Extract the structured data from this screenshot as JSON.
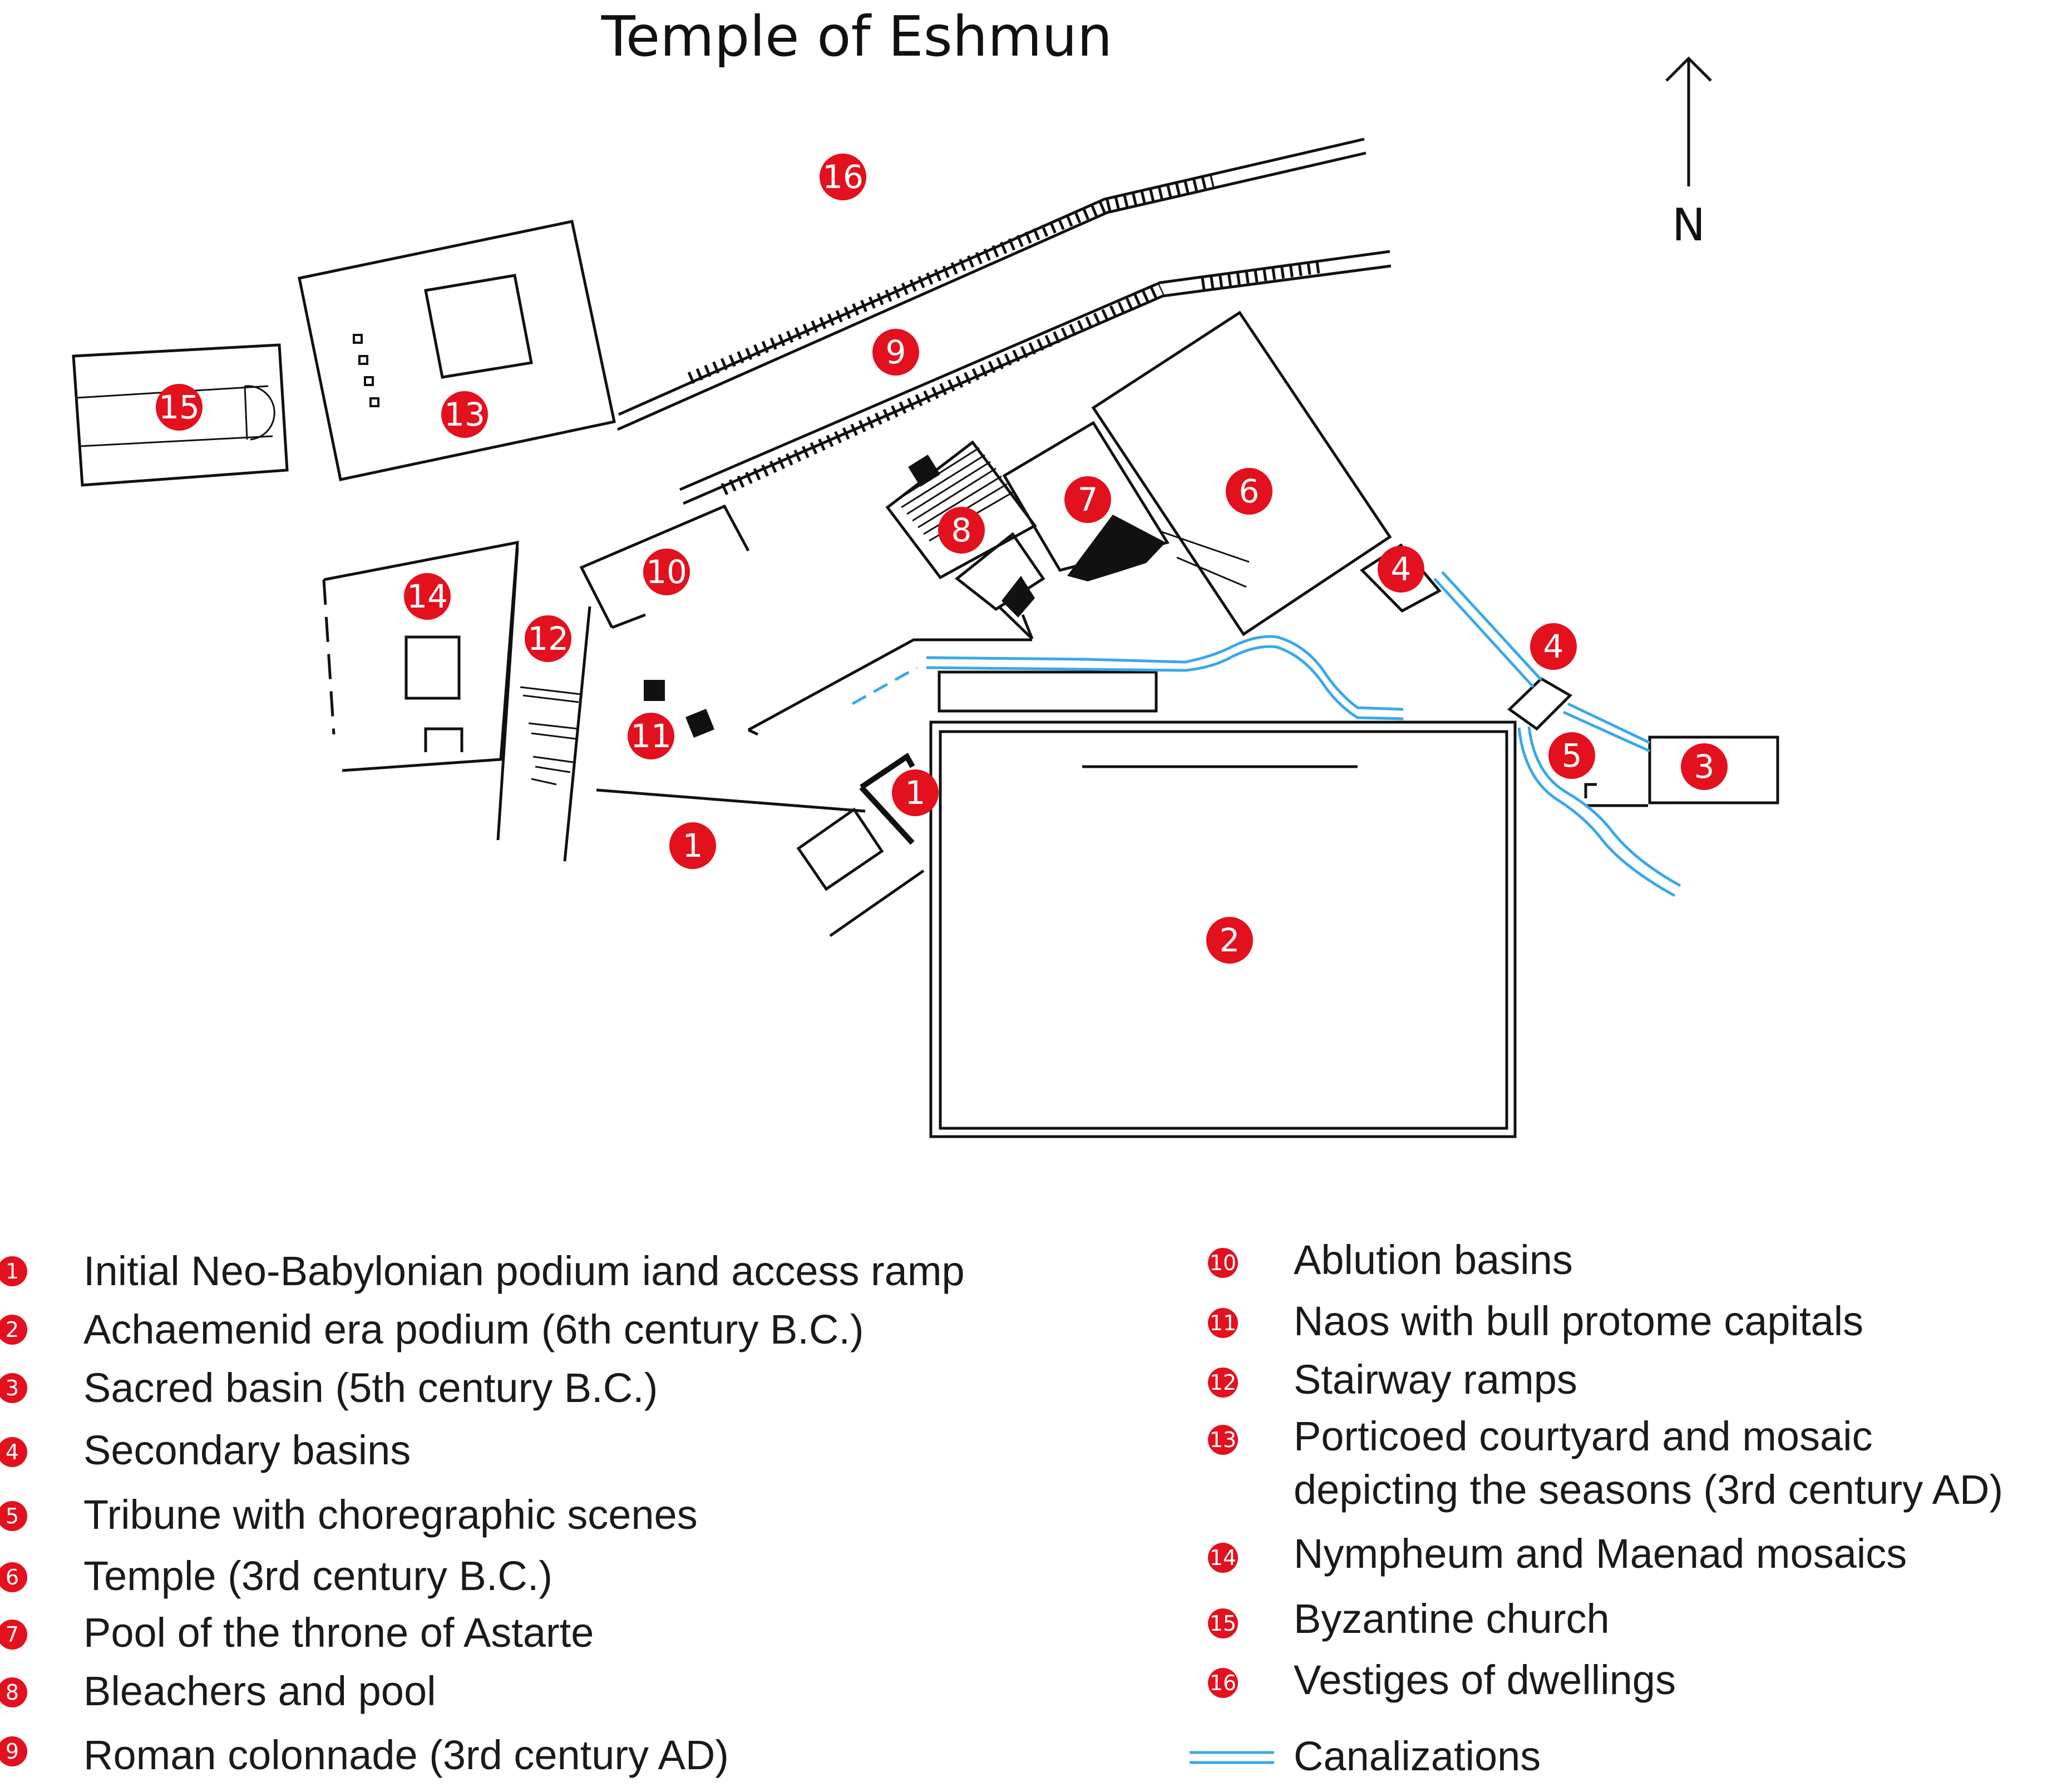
{
  "map": {
    "title": "Temple of Eshmun",
    "north_label": "N",
    "marker_color": "#e3101e",
    "water_color": "#3aa8e8",
    "line_color": "#111111",
    "markers": [
      "16",
      "9",
      "15",
      "13",
      "8",
      "7",
      "6",
      "10",
      "14",
      "12",
      "4",
      "4",
      "11",
      "5",
      "3",
      "1",
      "1",
      "2"
    ]
  },
  "legend": {
    "items": [
      {
        "num": "1",
        "text": "Initial Neo-Babylonian podium iand access ramp"
      },
      {
        "num": "2",
        "text": "Achaemenid era podium (6th century B.C.)"
      },
      {
        "num": "3",
        "text": "Sacred basin (5th century B.C.)"
      },
      {
        "num": "4",
        "text": "Secondary basins"
      },
      {
        "num": "5",
        "text": "Tribune with choregraphic scenes"
      },
      {
        "num": "6",
        "text": "Temple (3rd century B.C.)"
      },
      {
        "num": "7",
        "text": "Pool of the throne  of Astarte"
      },
      {
        "num": "8",
        "text": "Bleachers and pool"
      },
      {
        "num": "9",
        "text": "Roman colonnade (3rd century AD)"
      },
      {
        "num": "10",
        "text": "Ablution basins"
      },
      {
        "num": "11",
        "text": "Naos with bull protome capitals"
      },
      {
        "num": "12",
        "text": "Stairway ramps"
      },
      {
        "num": "13",
        "text": "Porticoed courtyard and mosaic"
      },
      {
        "num": "14",
        "text": "Nympheum and Maenad mosaics"
      },
      {
        "num": "15",
        "text": "Byzantine church"
      },
      {
        "num": "16",
        "text": "Vestiges  of dwellings"
      }
    ],
    "item13_line2": "depicting the seasons (3rd century AD)",
    "canal_label": "Canalizations"
  }
}
